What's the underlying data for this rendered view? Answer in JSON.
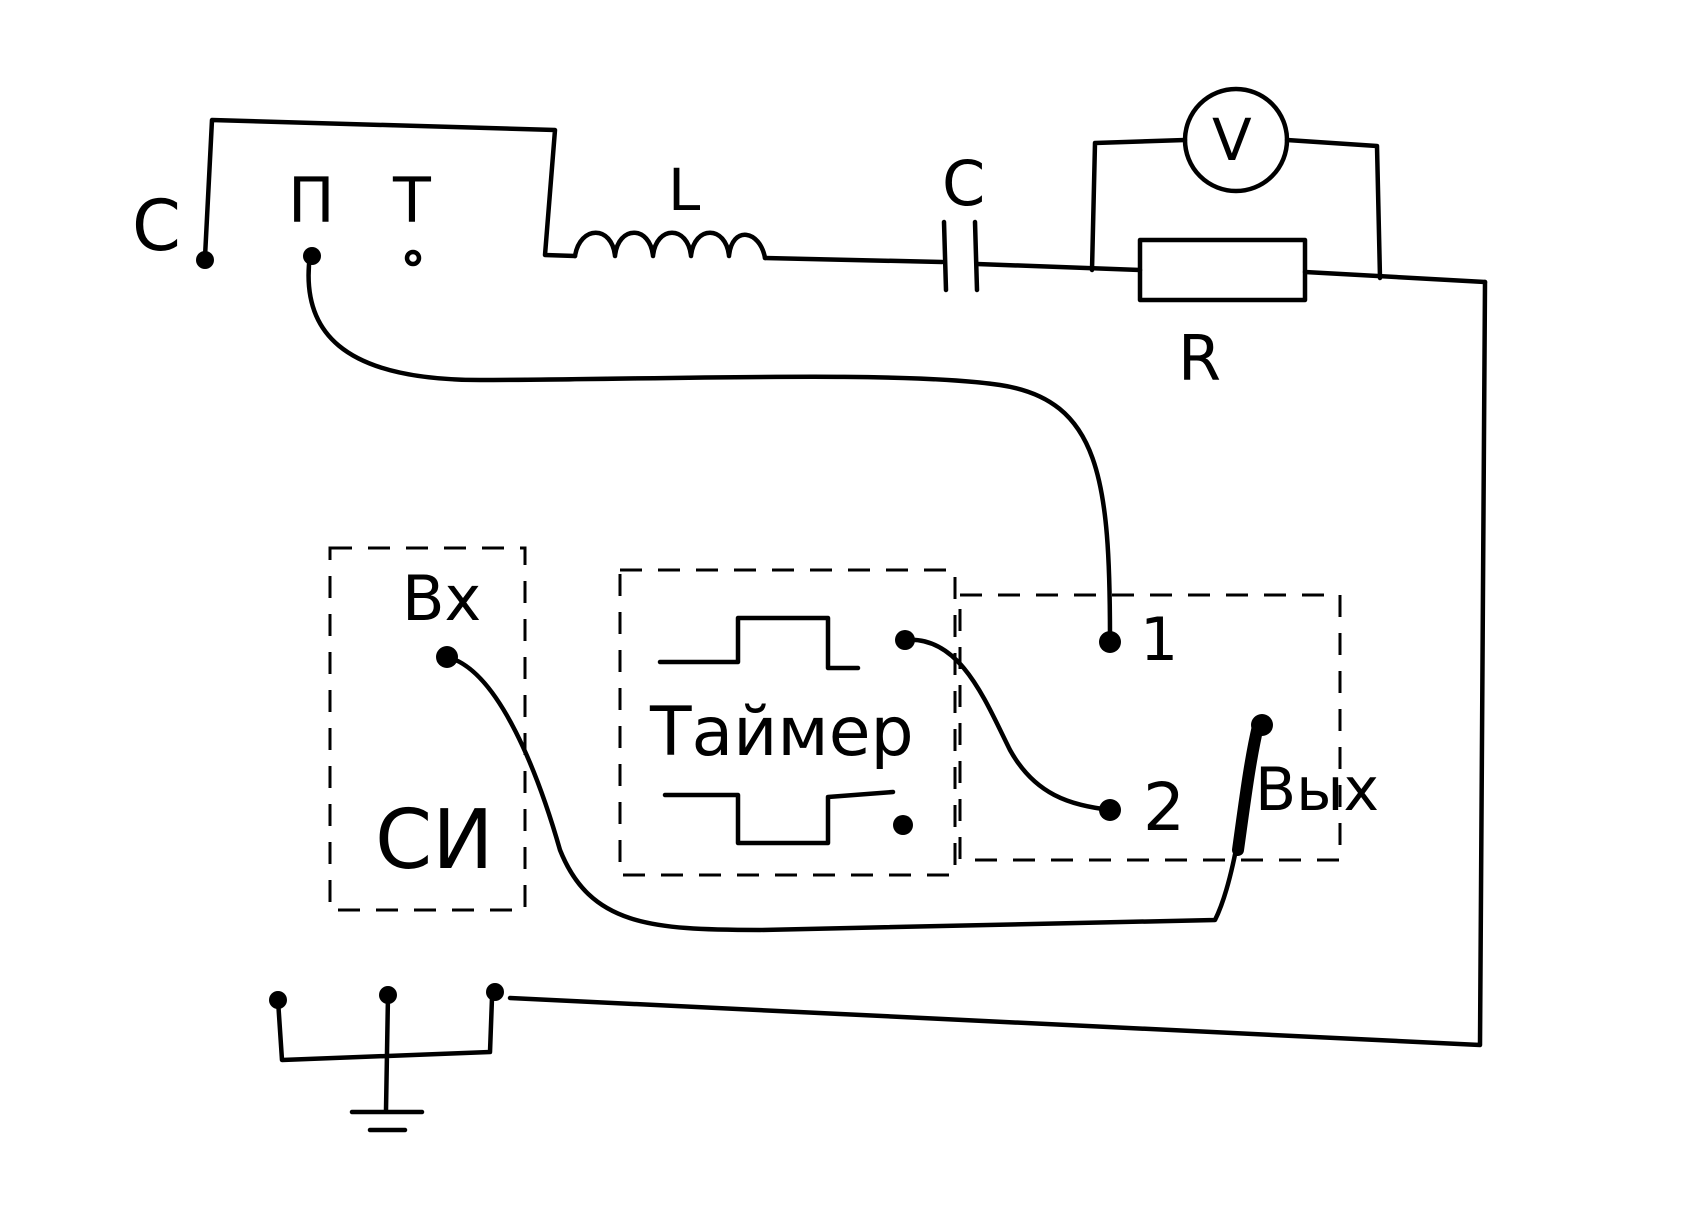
{
  "terminals": {
    "c_left": "С",
    "p": "П",
    "t": "Т"
  },
  "components": {
    "inductor": "L",
    "capacitor": "C",
    "resistor": "R",
    "voltmeter": "V"
  },
  "blocks": {
    "si": {
      "label": "СИ",
      "input": "Вх"
    },
    "timer": {
      "label": "Таймер",
      "pin1": "1",
      "pin2": "2",
      "output": "Вых"
    }
  }
}
